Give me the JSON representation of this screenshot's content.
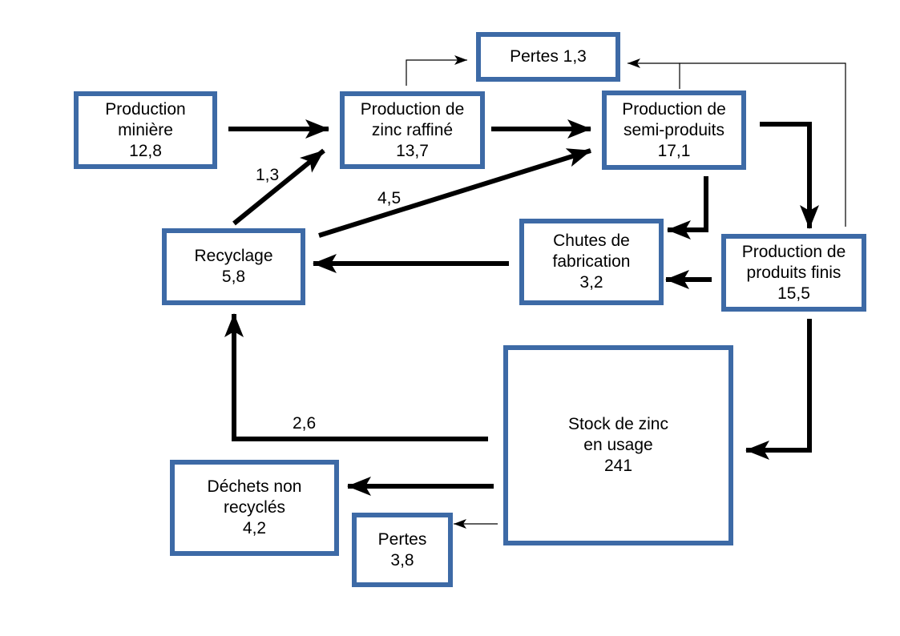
{
  "colors": {
    "box_border": "#3d6aa6",
    "arrow": "#000000",
    "background": "#ffffff"
  },
  "boxes": {
    "mining": {
      "line1": "Production",
      "line2": "minière",
      "value": "12,8"
    },
    "refined": {
      "line1": "Production de",
      "line2": "zinc raffiné",
      "value": "13,7"
    },
    "losses_top": {
      "text": "Pertes 1,3"
    },
    "semi": {
      "line1": "Production de",
      "line2": "semi-produits",
      "value": "17,1"
    },
    "recycling": {
      "line1": "Recyclage",
      "value": "5,8"
    },
    "scrap": {
      "line1": "Chutes de",
      "line2": "fabrication",
      "value": "3,2"
    },
    "finished": {
      "line1": "Production de",
      "line2": "produits finis",
      "value": "15,5"
    },
    "stock": {
      "line1": "Stock de zinc",
      "line2": "en usage",
      "value": "241"
    },
    "waste": {
      "line1": "Déchets non",
      "line2": "recyclés",
      "value": "4,2"
    },
    "losses_bottom": {
      "line1": "Pertes",
      "value": "3,8"
    }
  },
  "flows": {
    "recycling_to_refined": "1,3",
    "recycling_to_semi": "4,5",
    "stock_to_recycling": "2,6"
  }
}
